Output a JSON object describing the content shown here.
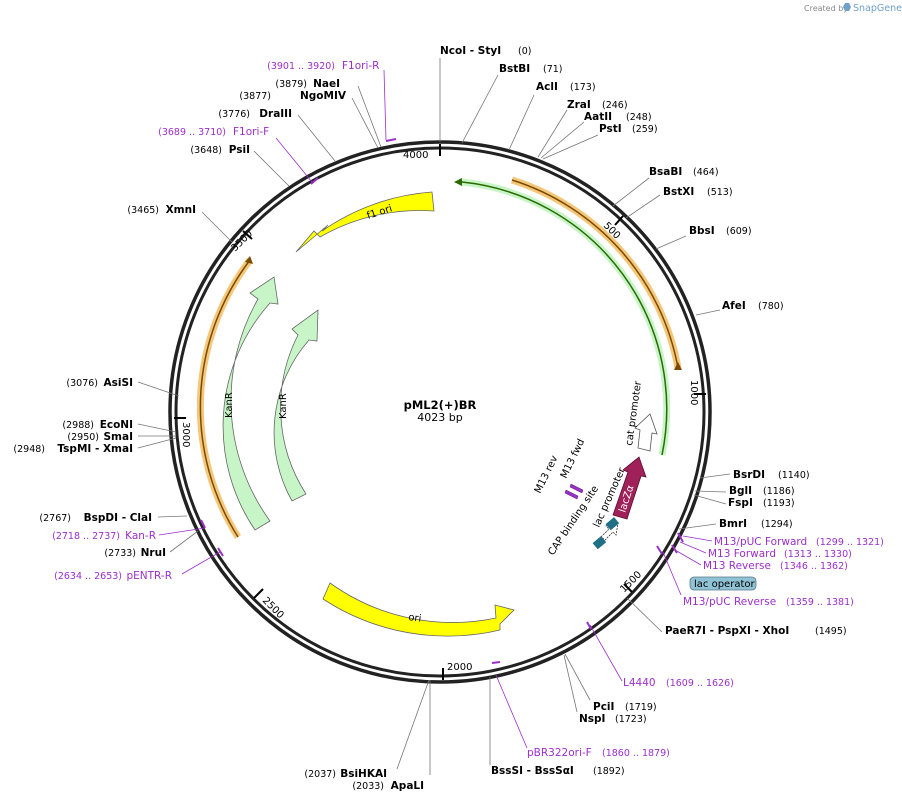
{
  "brand": {
    "created_by": "Created by",
    "app": "SnapGene"
  },
  "plasmid": {
    "name": "pML2(+)BR",
    "size": "4023 bp"
  },
  "ticks": [
    "4000",
    "500",
    "1000",
    "1500",
    "2000",
    "2500",
    "3000",
    "3500"
  ],
  "sites": [
    {
      "name": "NcoI   -  StyI",
      "pos": "(0)"
    },
    {
      "name": "BstBI",
      "pos": "(71)"
    },
    {
      "name": "AclI",
      "pos": "(173)"
    },
    {
      "name": "ZraI",
      "pos": "(246)"
    },
    {
      "name": "AatII",
      "pos": "(248)"
    },
    {
      "name": "PstI",
      "pos": "(259)"
    },
    {
      "name": "BsaBI",
      "pos": "(464)"
    },
    {
      "name": "BstXI",
      "pos": "(513)"
    },
    {
      "name": "BbsI",
      "pos": "(609)"
    },
    {
      "name": "AfeI",
      "pos": "(780)"
    },
    {
      "name": "BsrDI",
      "pos": "(1140)"
    },
    {
      "name": "BglI",
      "pos": "(1186)"
    },
    {
      "name": "FspI",
      "pos": "(1193)"
    },
    {
      "name": "BmrI",
      "pos": "(1294)"
    },
    {
      "name": "PaeR7I   -  PspXI   -  XhoI",
      "pos": "(1495)"
    },
    {
      "name": "PciI",
      "pos": "(1719)"
    },
    {
      "name": "NspI",
      "pos": "(1723)"
    },
    {
      "name": "BssSI   -  BssSαI",
      "pos": "(1892)"
    },
    {
      "name": "ApaLI",
      "pos": "(2033)"
    },
    {
      "name": "BsiHKAI",
      "pos": "(2037)"
    },
    {
      "name": "NruI",
      "pos": "(2733)"
    },
    {
      "name": "BspDI   -  ClaI",
      "pos": "(2767)"
    },
    {
      "name": "TspMI   -  XmaI",
      "pos": "(2948)"
    },
    {
      "name": "SmaI",
      "pos": "(2950)"
    },
    {
      "name": "EcoNI",
      "pos": "(2988)"
    },
    {
      "name": "AsiSI",
      "pos": "(3076)"
    },
    {
      "name": "XmnI",
      "pos": "(3465)"
    },
    {
      "name": "PsiI",
      "pos": "(3648)"
    },
    {
      "name": "DraIII",
      "pos": "(3776)"
    },
    {
      "name": "NgoMIV",
      "pos": "(3877)"
    },
    {
      "name": "NaeI",
      "pos": "(3879)"
    }
  ],
  "primers": [
    {
      "name": "F1ori-R",
      "pos": "(3901 .. 3920)"
    },
    {
      "name": "F1ori-F",
      "pos": "(3689 .. 3710)"
    },
    {
      "name": "M13/pUC Forward",
      "pos": "(1299 .. 1321)"
    },
    {
      "name": "M13 Forward",
      "pos": "(1313 .. 1330)"
    },
    {
      "name": "M13 Reverse",
      "pos": "(1346 .. 1362)"
    },
    {
      "name": "M13/pUC Reverse",
      "pos": "(1359 .. 1381)"
    },
    {
      "name": "L4440",
      "pos": "(1609 .. 1626)"
    },
    {
      "name": "pBR322ori-F",
      "pos": "(1860 .. 1879)"
    },
    {
      "name": "Kan-R",
      "pos": "(2718 .. 2737)"
    },
    {
      "name": "pENTR-R",
      "pos": "(2634 .. 2653)"
    }
  ],
  "features": {
    "f1_ori": "f1 ori",
    "ori": "ori",
    "kanr_outer": "KanR",
    "kanr_inner": "KanR",
    "cat_promoter": "cat promoter",
    "lacz": "lacZα",
    "lac_promoter": "lac promoter",
    "cap_site": "CAP binding site",
    "m13_rev": "M13 rev",
    "m13_fwd": "M13 fwd",
    "lac_operator": "lac operator"
  },
  "colors": {
    "primer": "#9b2fc9",
    "yellow": "#ffff00",
    "green": "#c8f5c8",
    "orange": "#f5a623",
    "lacz": "#a0205a",
    "lacop": "#8fc2d4",
    "cap": "#1f6f86"
  }
}
